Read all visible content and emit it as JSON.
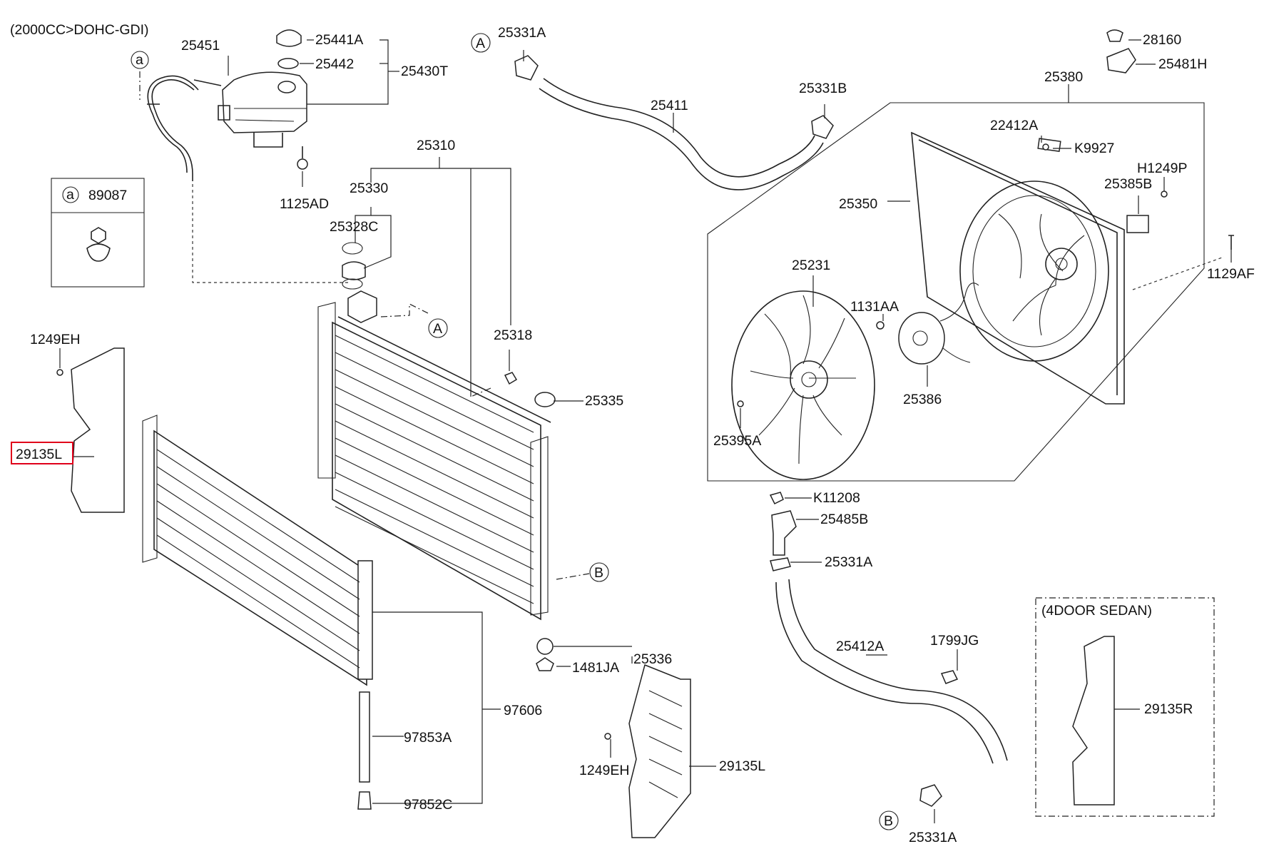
{
  "header": {
    "engine_note": "(2000CC>DOHC-GDI)"
  },
  "legend_box": {
    "marker": "a",
    "part_number": "89087"
  },
  "sedan_box": {
    "title": "(4DOOR SEDAN)",
    "part_number": "29135R"
  },
  "callouts": {
    "a": "a",
    "A": "A",
    "B": "B"
  },
  "parts": {
    "p25451": "25451",
    "p25441A": "25441A",
    "p25442": "25442",
    "p25430T": "25430T",
    "p1125AD": "1125AD",
    "p25331A_top": "25331A",
    "p25411": "25411",
    "p25331B": "25331B",
    "p28160": "28160",
    "p25481H": "25481H",
    "p25380": "25380",
    "p22412A": "22412A",
    "pK9927": "K9927",
    "pH1249P": "H1249P",
    "p25385B": "25385B",
    "p25350": "25350",
    "p1129AF": "1129AF",
    "p25310": "25310",
    "p25330": "25330",
    "p25328C": "25328C",
    "p25318": "25318",
    "p25335": "25335",
    "p25231": "25231",
    "p1131AA": "1131AA",
    "p25386": "25386",
    "p25395A": "25395A",
    "p1249EH_left": "1249EH",
    "p29135L_left": "29135L",
    "pK11208": "K11208",
    "p25485B": "25485B",
    "p25331A_mid": "25331A",
    "p25412A": "25412A",
    "p1799JG": "1799JG",
    "p25336": "25336",
    "p1481JA": "1481JA",
    "p97606": "97606",
    "p97853A": "97853A",
    "p97852C": "97852C",
    "p1249EH_bottom": "1249EH",
    "p29135L_bottom": "29135L",
    "p25331A_bottom": "25331A"
  },
  "highlight": {
    "part": "29135L",
    "color": "#e0001a"
  }
}
